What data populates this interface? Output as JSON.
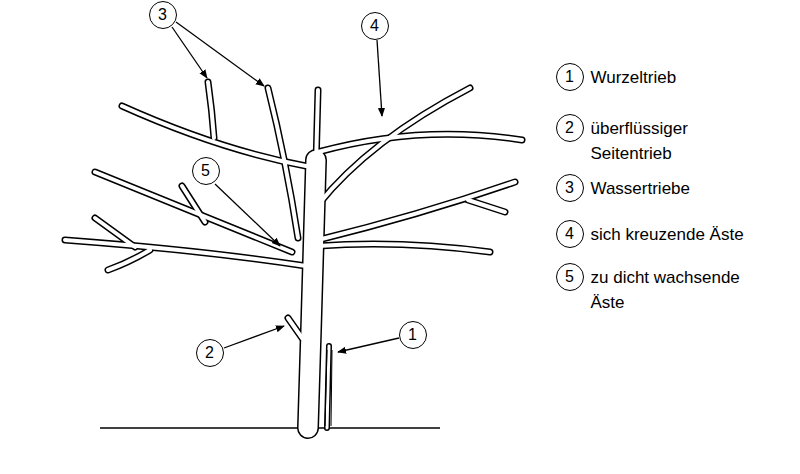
{
  "diagram": {
    "nodes": [
      {
        "text": [
          "3"
        ]
      },
      {
        "text": [
          "4"
        ]
      },
      {
        "text": [
          "5"
        ]
      },
      {
        "text": [
          "2"
        ]
      },
      {
        "text": [
          "1"
        ]
      },
      {
        "text": [
          "1",
          "Wurzeltrieb"
        ]
      },
      {
        "text": [
          "2",
          "überflüssiger Seitentrieb"
        ]
      },
      {
        "text": [
          "3",
          "Wassertriebe"
        ]
      },
      {
        "text": [
          "4",
          "sich kreuzende Äste"
        ]
      },
      {
        "text": [
          "5",
          "zu dicht wachsende Äste"
        ]
      }
    ]
  }
}
